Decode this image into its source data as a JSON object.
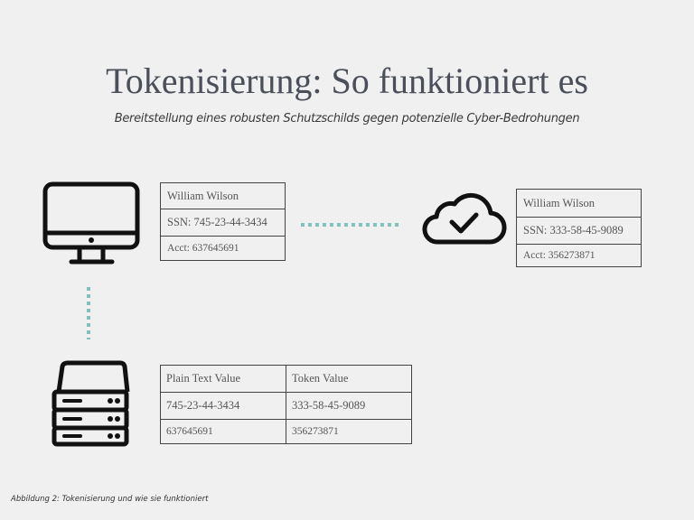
{
  "title": "Tokenisierung: So funktioniert es",
  "subtitle": "Bereitstellung eines robusten Schutzschilds gegen potenzielle Cyber-Bedrohungen",
  "client_card": {
    "name": "William Wilson",
    "ssn": "SSN: 745-23-44-3434",
    "acct": "Acct: 637645691"
  },
  "cloud_card": {
    "name": "William Wilson",
    "ssn": "SSN: 333-58-45-9089",
    "acct": "Acct: 356273871"
  },
  "token_table": {
    "headers": [
      "Plain Text Value",
      "Token Value"
    ],
    "rows": [
      [
        "745-23-44-3434",
        "333-58-45-9089"
      ],
      [
        "637645691",
        "356273871"
      ]
    ]
  },
  "caption": "Abbildung 2: Tokenisierung und wie sie funktioniert",
  "colors": {
    "connector": "#7fc1bd",
    "title": "#4a4f5a"
  }
}
